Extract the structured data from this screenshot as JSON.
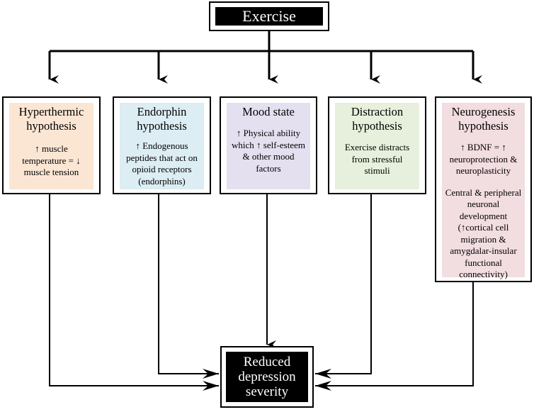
{
  "top": {
    "label": "Exercise"
  },
  "hypotheses": [
    {
      "title": "Hyperthermic hypothesis",
      "description": "↑ muscle temperature = ↓ muscle tension",
      "color": "#fbe6d4"
    },
    {
      "title": "Endorphin hypothesis",
      "description": "↑ Endogenous peptides that act on opioid receptors (endorphins)",
      "color": "#dcedf3"
    },
    {
      "title": "Mood state",
      "description": "↑ Physical ability which ↑ self-esteem & other mood factors",
      "color": "#e4e0f0"
    },
    {
      "title": "Distraction hypothesis",
      "description": "Exercise distracts from stressful stimuli",
      "color": "#e6f0dc"
    },
    {
      "title": "Neurogenesis hypothesis",
      "description": "↑ BDNF = ↑ neuroprotection & neuroplasticity",
      "description2": "Central & peripheral neuronal development (↑cortical cell migration & amygdalar-insular functional connectivity)",
      "color": "#f2dde1"
    }
  ],
  "outcome": {
    "label": "Reduced depression severity"
  }
}
